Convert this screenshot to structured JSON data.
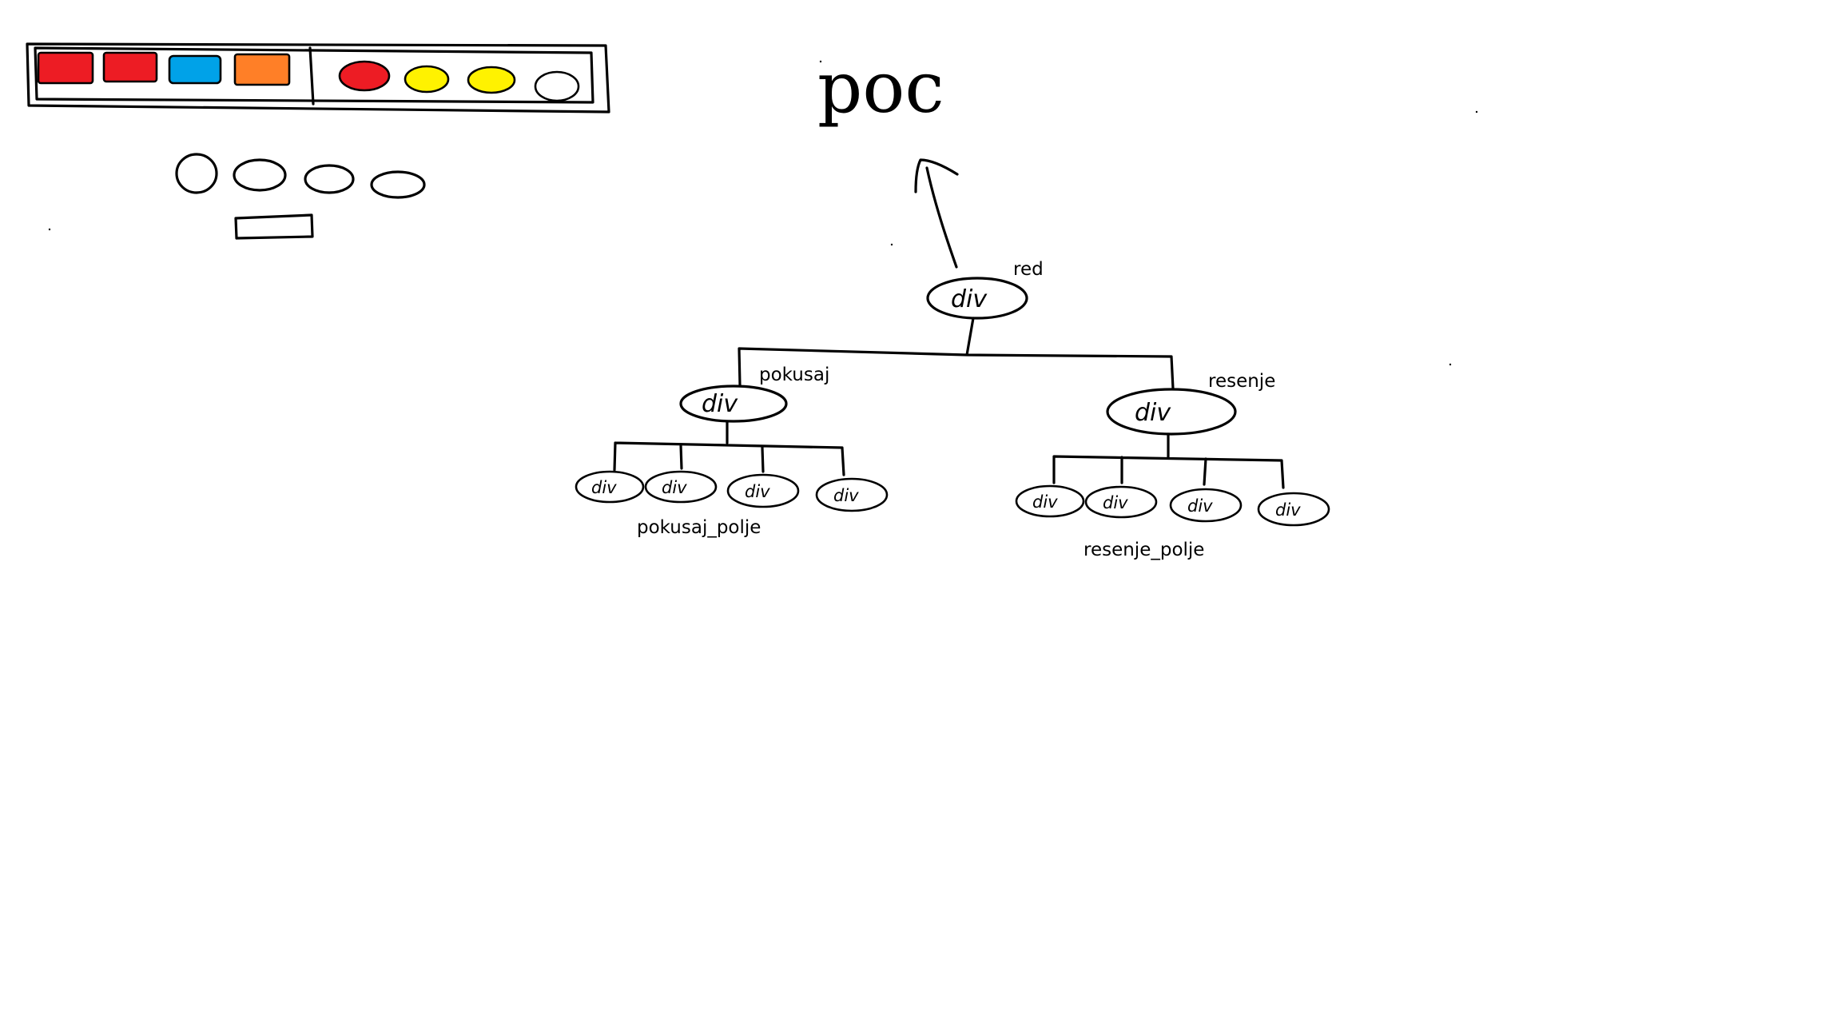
{
  "title": "poc",
  "swatch_colors": {
    "red": "#ed1c24",
    "blue": "#00a2e8",
    "orange": "#ff7f27",
    "yellow": "#fff200",
    "empty": "#ffffff"
  },
  "tree": {
    "root": {
      "text": "div",
      "label": "red"
    },
    "left": {
      "text": "div",
      "label": "pokusaj",
      "children_text": "div",
      "children_label": "pokusaj_polje"
    },
    "right": {
      "text": "div",
      "label": "resenje",
      "children_text": "div",
      "children_label": "resenje_polje"
    }
  }
}
